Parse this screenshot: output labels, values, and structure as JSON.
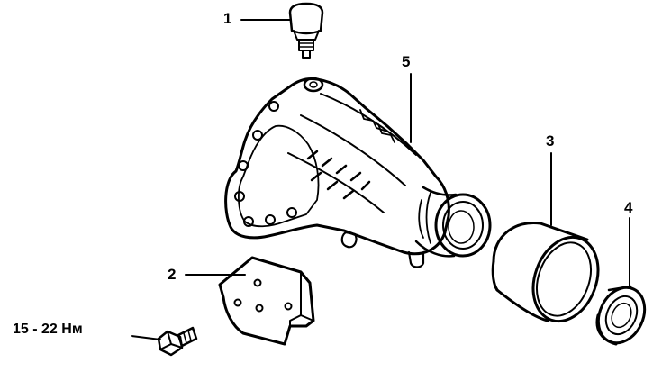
{
  "callouts": {
    "c1": "1",
    "c2": "2",
    "c3": "3",
    "c4": "4",
    "c5": "5",
    "torque": "15 - 22 Нм"
  },
  "parts": [
    {
      "id": "1",
      "icon": "breather-plug-icon"
    },
    {
      "id": "2",
      "icon": "mounting-bracket-icon"
    },
    {
      "id": "3",
      "icon": "sleeve-ring-icon"
    },
    {
      "id": "4",
      "icon": "oil-seal-icon"
    },
    {
      "id": "5",
      "icon": "gear-housing-icon"
    },
    {
      "id": "bolt",
      "icon": "bolt-icon"
    }
  ]
}
